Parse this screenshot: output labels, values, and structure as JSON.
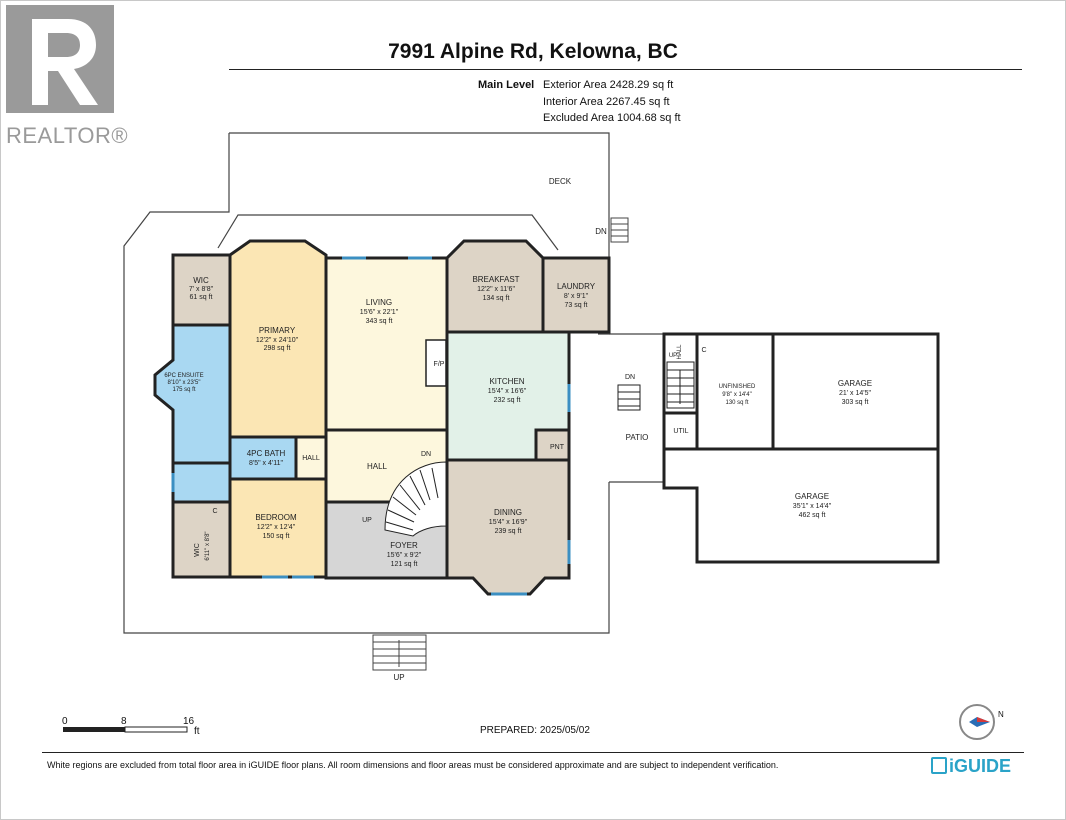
{
  "header": {
    "title": "7991 Alpine Rd, Kelowna, BC",
    "level_name": "Main Level",
    "exterior_area": "Exterior Area 2428.29 sq ft",
    "interior_area": "Interior Area 2267.45 sq ft",
    "excluded_area": "Excluded Area 1004.68 sq ft"
  },
  "logo": {
    "wordmark": "REALTOR®",
    "letter": "R"
  },
  "colors": {
    "wic": "#ddd4c6",
    "primary": "#fbe6b4",
    "ensuite": "#a9d8f2",
    "living": "#fdf7dd",
    "kitchen": "#e2f1e8",
    "breakfast": "#ddd4c6",
    "dining": "#ddd4c6",
    "foyer": "#d6d6d6",
    "bedroom": "#fbe6b4",
    "brand": "#2aa3c8"
  },
  "rooms": {
    "deck": {
      "name": "DECK"
    },
    "deck_dn": {
      "name": "DN"
    },
    "wic_top": {
      "name": "WIC",
      "dims": "7' x 8'8\"",
      "area": "61 sq ft"
    },
    "primary": {
      "name": "PRIMARY",
      "dims": "12'2\" x 24'10\"",
      "area": "298 sq ft"
    },
    "living": {
      "name": "LIVING",
      "dims": "15'6\" x 22'1\"",
      "area": "343 sq ft"
    },
    "breakfast": {
      "name": "BREAKFAST",
      "dims": "12'2\" x 11'6\"",
      "area": "134 sq ft"
    },
    "laundry": {
      "name": "LAUNDRY",
      "dims": "8' x 9'1\"",
      "area": "73 sq ft"
    },
    "ensuite": {
      "name": "6PC ENSUITE",
      "dims": "8'10\" x 23'5\"",
      "area": "175 sq ft"
    },
    "fireplace": {
      "name": "F/P"
    },
    "kitchen": {
      "name": "KITCHEN",
      "dims": "15'4\" x 16'6\"",
      "area": "232 sq ft"
    },
    "bath": {
      "name": "4PC BATH",
      "dims": "8'5\" x 4'11\""
    },
    "hall_small": {
      "name": "HALL"
    },
    "hall": {
      "name": "HALL"
    },
    "hall_dn": {
      "name": "DN"
    },
    "pantry": {
      "name": "PNT"
    },
    "bedroom": {
      "name": "BEDROOM",
      "dims": "12'2\" x 12'4\"",
      "area": "150 sq ft"
    },
    "closet_c": {
      "name": "C"
    },
    "wic_bottom": {
      "name": "WIC",
      "dims": "6'11\" x 8'8\""
    },
    "foyer_up": {
      "name": "UP"
    },
    "foyer": {
      "name": "FOYER",
      "dims": "15'6\" x 9'2\"",
      "area": "121 sq ft"
    },
    "dining": {
      "name": "DINING",
      "dims": "15'4\" x 16'9\"",
      "area": "239 sq ft"
    },
    "patio": {
      "name": "PATIO"
    },
    "patio_dn": {
      "name": "DN"
    },
    "util": {
      "name": "UTIL"
    },
    "garage_hall": {
      "name": "HALL"
    },
    "garage_up": {
      "name": "UP"
    },
    "garage_c": {
      "name": "C"
    },
    "unfinished": {
      "name": "UNFINISHED",
      "dims": "9'8\" x 14'4\"",
      "area": "130 sq ft"
    },
    "garage_small": {
      "name": "GARAGE",
      "dims": "21' x 14'5\"",
      "area": "303 sq ft"
    },
    "garage_large": {
      "name": "GARAGE",
      "dims": "35'1\" x 14'4\"",
      "area": "462 sq ft"
    },
    "front_up": {
      "name": "UP"
    }
  },
  "scale": {
    "labels": [
      "0",
      "8",
      "16"
    ],
    "unit": "ft"
  },
  "footer": {
    "prepared": "PREPARED: 2025/05/02",
    "disclaimer": "White regions are excluded from total floor area in iGUIDE floor plans. All room dimensions and floor areas must be considered approximate and are subject to independent verification.",
    "brand": "iGUIDE",
    "compass_letter": "N"
  }
}
